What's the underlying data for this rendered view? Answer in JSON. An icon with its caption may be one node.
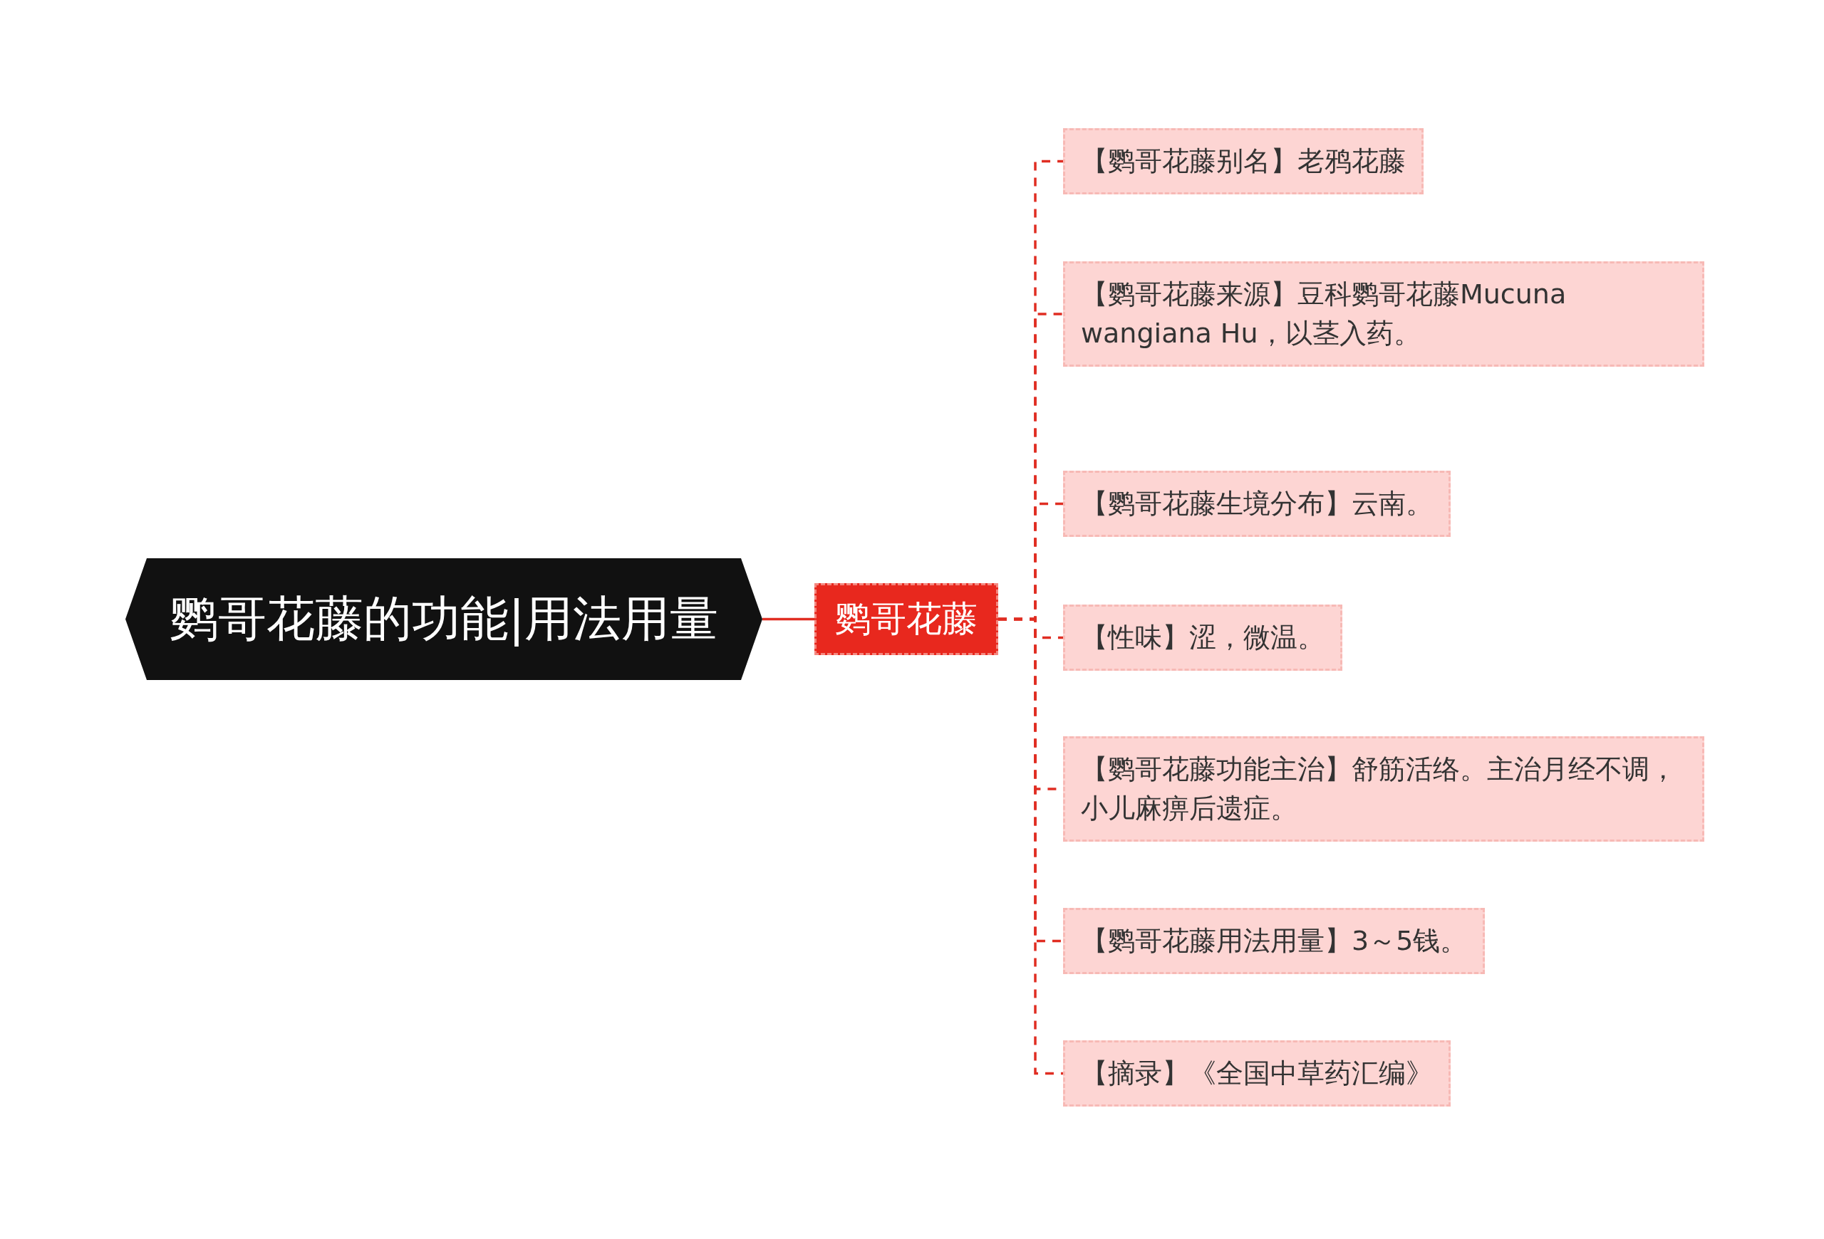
{
  "diagram": {
    "nodes": [
      {
        "text": [
          "鹦哥花藤的功能|用法用量"
        ]
      },
      {
        "text": [
          "鹦哥花藤"
        ]
      },
      {
        "text": [
          "【鹦哥花藤别名】老鸦花藤"
        ]
      },
      {
        "text": [
          "【鹦哥花藤来源】豆科鹦哥花藤Mucuna wangiana Hu，以茎入药。"
        ]
      },
      {
        "text": [
          "【鹦哥花藤生境分布】云南。"
        ]
      },
      {
        "text": [
          "【性味】涩，微温。"
        ]
      },
      {
        "text": [
          "【鹦哥花藤功能主治】舒筋活络。主治月经不调，小儿麻痹后遗症。"
        ]
      },
      {
        "text": [
          "【鹦哥花藤用法用量】3～5钱。"
        ]
      },
      {
        "text": [
          "【摘录】《全国中草药汇编》"
        ]
      }
    ],
    "edges": [
      {
        "from": 0,
        "to": 1,
        "arrow": "none"
      },
      {
        "from": 1,
        "to": 2,
        "arrow": "none",
        "style": "dashed"
      },
      {
        "from": 1,
        "to": 3,
        "arrow": "none",
        "style": "dashed"
      },
      {
        "from": 1,
        "to": 4,
        "arrow": "none",
        "style": "dashed"
      },
      {
        "from": 1,
        "to": 5,
        "arrow": "none",
        "style": "dashed"
      },
      {
        "from": 1,
        "to": 6,
        "arrow": "none",
        "style": "dashed"
      },
      {
        "from": 1,
        "to": 7,
        "arrow": "none",
        "style": "dashed"
      },
      {
        "from": 1,
        "to": 8,
        "arrow": "none",
        "style": "dashed"
      }
    ]
  }
}
